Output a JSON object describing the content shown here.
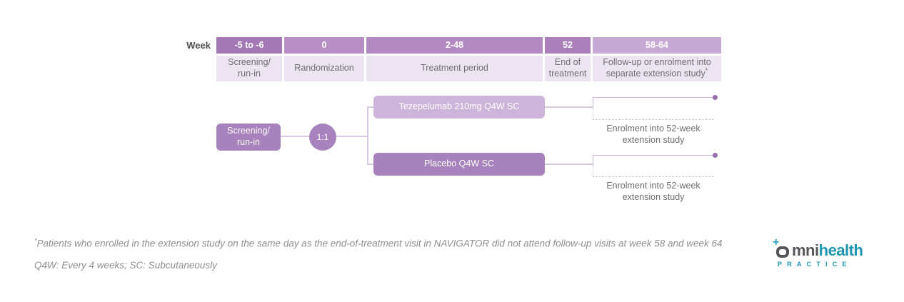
{
  "timeline": {
    "week_label": "Week",
    "body_bg": "#ece4f0",
    "columns": [
      {
        "week": "-5 to -6",
        "label": "Screening/\nrun-in",
        "header_color": "#a478b5"
      },
      {
        "week": "0",
        "label": "Randomization",
        "header_color": "#b78fc5"
      },
      {
        "week": "2-48",
        "label": "Treatment period",
        "header_color": "#b389c1"
      },
      {
        "week": "52",
        "label": "End of\ntreatment",
        "header_color": "#ab7fba"
      },
      {
        "week": "58-64",
        "label": "Follow-up or enrolment into\nseparate extension study",
        "label_marker": "*",
        "header_color": "#c6aad4"
      }
    ]
  },
  "flow": {
    "screening_label": "Screening/\nrun-in",
    "ratio_label": "1:1",
    "node_color": "#a882bc",
    "connector_color": "#d9c9e4",
    "dot_color": "#9a6fae",
    "arms": [
      {
        "name": "Tezepelumab 210mg Q4W SC",
        "box_color": "#cdb4da",
        "outcome": "Enrolment into 52-week\nextension study"
      },
      {
        "name": "Placebo Q4W SC",
        "box_color": "#a882bc",
        "outcome": "Enrolment into 52-week\nextension study"
      }
    ]
  },
  "footnotes": [
    {
      "marker": "*",
      "text": "Patients who enrolled in the extension study on the same day as the end-of-treatment visit in NAVIGATOR did not attend follow-up visits at week 58 and week 64"
    },
    {
      "marker": "",
      "text": "Q4W: Every 4 weeks; SC: Subcutaneously"
    }
  ],
  "logo": {
    "plus_glyph": "+",
    "word_gray": "mni",
    "word_teal": "health",
    "subtext": "PRACTICE",
    "teal": "#1e96b2",
    "gray": "#54565a"
  }
}
